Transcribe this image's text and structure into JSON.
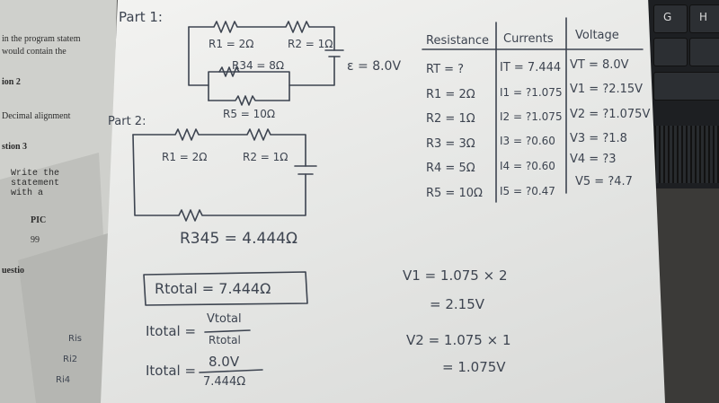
{
  "background": {
    "keyboard_keys": [
      "G",
      "H"
    ],
    "left_sheet_lines": [
      "in the program statem",
      "would contain the",
      "ion 2",
      "Decimal alignment",
      "stion 3",
      "Write the",
      "statement",
      "with a",
      "PIC",
      "99",
      "uestio",
      "Ris",
      "Ri2",
      "Ri4"
    ]
  },
  "worksheet": {
    "part1_label": "Part 1:",
    "part1_labels": {
      "r1": "R1 = 2Ω",
      "r2": "R2 = 1Ω",
      "r34": "R34 = 8Ω",
      "r5": "R5 = 10Ω",
      "emf": "ε = 8.0V"
    },
    "part2_label": "Part 2:",
    "part2_labels": {
      "r1": "R1 = 2Ω",
      "r2": "R2 = 1Ω",
      "r345": "R345 = 4.444Ω"
    },
    "table": {
      "headers": [
        "Resistance",
        "Currents",
        "Voltage"
      ],
      "rows": [
        [
          "RT = ?",
          "IT = 7.444",
          "VT = 8.0V"
        ],
        [
          "R1 = 2Ω",
          "I1 = ?1.075",
          "V1 = ?2.15V"
        ],
        [
          "R2 = 1Ω",
          "I2 = ?1.075",
          "V2 = ?1.075V"
        ],
        [
          "R3 = 3Ω",
          "I3 = ?0.60",
          "V3 = ?1.8"
        ],
        [
          "R4 = 5Ω",
          "I4 = ?0.60",
          "V4 = ?3"
        ],
        [
          "R5 = 10Ω",
          "I5 = ?0.47",
          "V5 = ?4.7"
        ]
      ]
    },
    "calc": {
      "rtotal": "Rtotal = 7.444Ω",
      "itotal_lhs": "Itotal =",
      "itotal_num": "Vtotal",
      "itotal_den": "Rtotal",
      "itotal2_lhs": "Itotal =",
      "itotal2_num": "8.0V",
      "itotal2_den": "7.444Ω",
      "v1_line1": "V1 = 1.075 × 2",
      "v1_line2": "= 2.15V",
      "v2_line1": "V2 = 1.075 × 1",
      "v2_line2": "= 1.075V"
    }
  }
}
